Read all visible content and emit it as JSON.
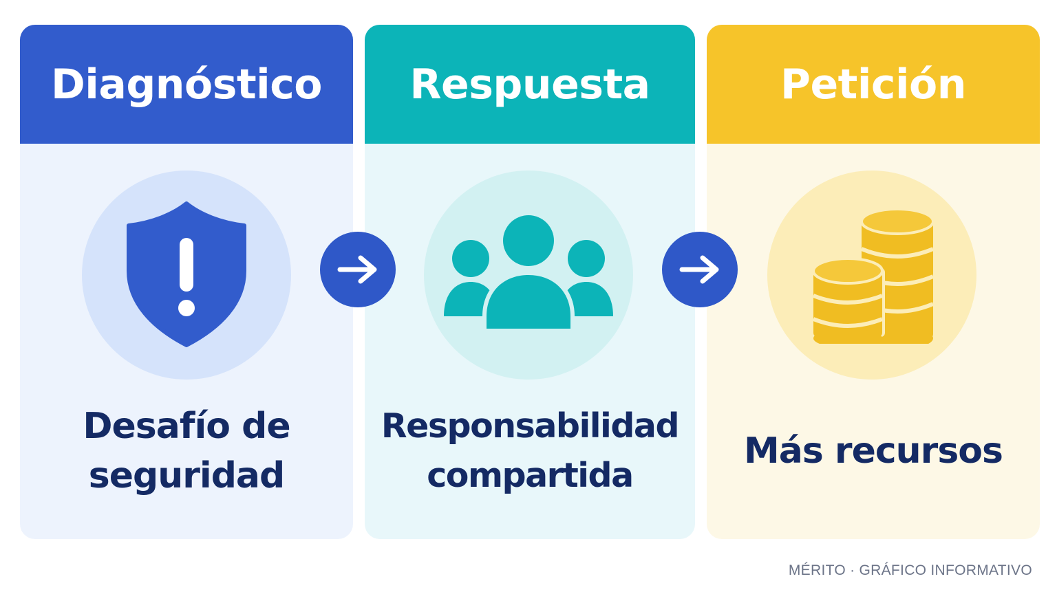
{
  "cards": [
    {
      "title": "Diagnóstico",
      "caption_lines": [
        "Desafío de",
        "seguridad"
      ],
      "icon": "shield-alert-icon",
      "color": "#325ccc"
    },
    {
      "title": "Respuesta",
      "caption_lines": [
        "Responsabilidad",
        "compartida"
      ],
      "icon": "people-group-icon",
      "color": "#0cb4b8"
    },
    {
      "title": "Petición",
      "caption_lines": [
        "Más recursos"
      ],
      "icon": "coin-stack-icon",
      "color": "#f6c42a"
    }
  ],
  "arrows": [
    "arrow-right-icon",
    "arrow-right-icon"
  ],
  "arrow_color": "#2f58c8",
  "text_color": "#142a64",
  "footer": "MÉRITO · GRÁFICO INFORMATIVO"
}
